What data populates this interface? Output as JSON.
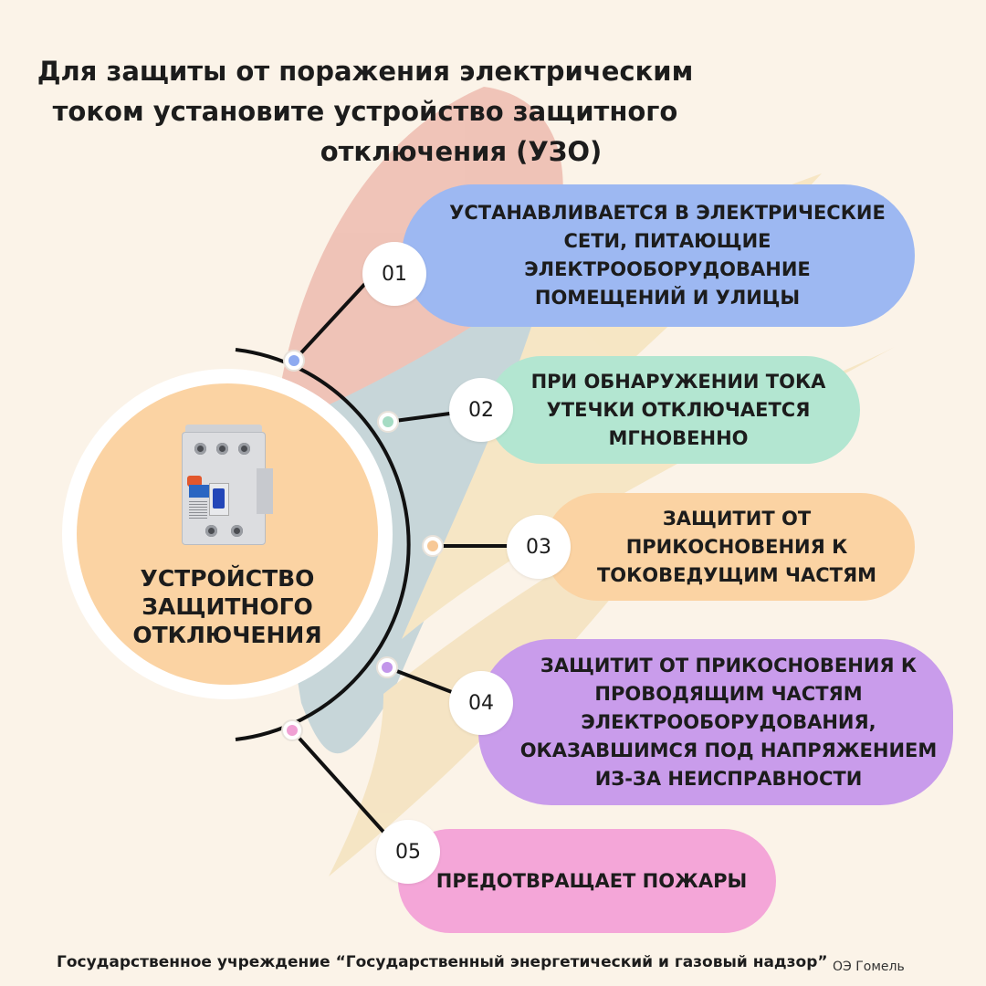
{
  "title_lines": [
    "Для защиты от поражения электрическим",
    "током установите устройство защитного",
    "отключения (УЗО)"
  ],
  "center_label_lines": [
    "УСТРОЙСТВО",
    "ЗАЩИТНОГО",
    "ОТКЛЮЧЕНИЯ"
  ],
  "items": [
    {
      "number": "01",
      "lines": [
        "УСТАНАВЛИВАЕТСЯ В ЭЛЕКТРИЧЕСКИЕ",
        "СЕТИ, ПИТАЮЩИЕ",
        "ЭЛЕКТРООБОРУДОВАНИЕ",
        "ПОМЕЩЕНИЙ И  УЛИЦЫ"
      ],
      "color": "#9db8f2",
      "dot_color": "#8eaaf0"
    },
    {
      "number": "02",
      "lines": [
        "ПРИ ОБНАРУЖЕНИИ ТОКА",
        "УТЕЧКИ ОТКЛЮЧАЕТСЯ",
        "МГНОВЕННО"
      ],
      "color": "#b3e6d1",
      "dot_color": "#a6dcc4"
    },
    {
      "number": "03",
      "lines": [
        "ЗАЩИТИТ ОТ",
        "ПРИКОСНОВЕНИЯ К",
        "ТОКОВЕДУЩИМ ЧАСТЯМ"
      ],
      "color": "#fbd3a3",
      "dot_color": "#f7c896"
    },
    {
      "number": "04",
      "lines": [
        "ЗАЩИТИТ ОТ ПРИКОСНОВЕНИЯ К",
        "ПРОВОДЯЩИМ ЧАСТЯМ",
        "ЭЛЕКТРООБОРУДОВАНИЯ,",
        "ОКАЗАВШИМСЯ ПОД НАПРЯЖЕНИЕМ",
        "ИЗ-ЗА НЕИСПРАВНОСТИ"
      ],
      "color": "#c99ceb",
      "dot_color": "#c296ea"
    },
    {
      "number": "05",
      "lines": [
        "ПРЕДОТВРАЩАЕТ ПОЖАРЫ"
      ],
      "color": "#f4a6d8",
      "dot_color": "#f0a0d4"
    }
  ],
  "footer": {
    "organization": "Государственное учреждение “Государственный энергетический и газовый надзор”",
    "branch": "ОЭ Гомель"
  },
  "colors": {
    "background": "#fbf3e8",
    "center_circle": "#fbd3a3",
    "line": "#111111"
  }
}
